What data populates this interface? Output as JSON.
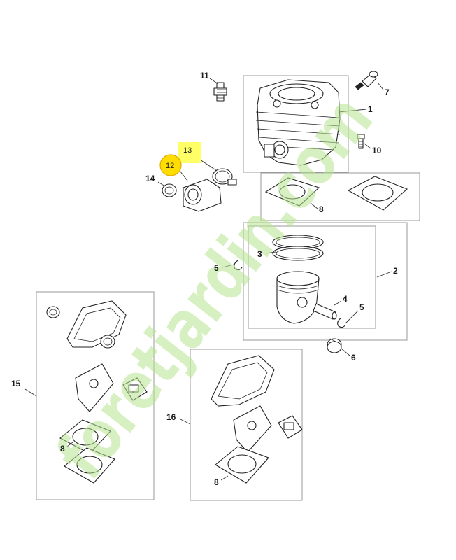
{
  "callouts": {
    "c1": "1",
    "c2": "2",
    "c3": "3",
    "c4": "4",
    "c5a": "5",
    "c5b": "5",
    "c6": "6",
    "c7": "7",
    "c8a": "8",
    "c8b": "8",
    "c8c": "8",
    "c10": "10",
    "c11": "11",
    "c12": "12",
    "c13": "13",
    "c14": "14",
    "c15": "15",
    "c16": "16"
  },
  "highlight": {
    "square_color": "#ffff66",
    "circle_color": "#ffdd00",
    "circle_stroke": "#e0a800"
  },
  "watermark": {
    "text": "foretjardin.com",
    "color": "#b7e48f",
    "dot_color": "#f4b27a"
  }
}
